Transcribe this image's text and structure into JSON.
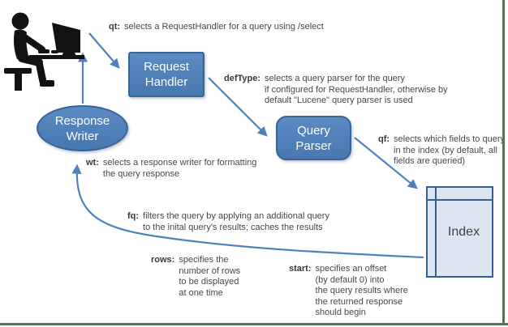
{
  "nodes": {
    "request_handler": {
      "line1": "Request",
      "line2": "Handler"
    },
    "query_parser": {
      "line1": "Query",
      "line2": "Parser"
    },
    "response_writer": {
      "line1": "Response",
      "line2": "Writer"
    },
    "index": {
      "label": "Index"
    }
  },
  "annotations": {
    "qt": {
      "label": "qt:",
      "lines": [
        "selects a RequestHandler for a query using /select"
      ]
    },
    "defType": {
      "label": "defType:",
      "lines": [
        "selects a query parser for the query",
        "if configured for RequestHandler, otherwise by",
        "default \"Lucene\" query parser is used"
      ]
    },
    "qf": {
      "label": "qf:",
      "lines": [
        "selects which fields to query",
        "in the index (by default, all",
        "fields are queried)"
      ]
    },
    "wt": {
      "label": "wt:",
      "lines": [
        "selects a response writer for formatting",
        "the query response"
      ]
    },
    "fq": {
      "label": "fq:",
      "lines": [
        "filters the query by applying an additional query",
        "to the inital query's results; caches the results"
      ]
    },
    "rows": {
      "label": "rows:",
      "lines": [
        "specifies the",
        "number of rows",
        "to be displayed",
        "at one time"
      ]
    },
    "start": {
      "label": "start:",
      "lines": [
        "specifies an offset",
        "(by default 0) into",
        "the query results where",
        "the returned response",
        "should begin"
      ]
    }
  },
  "colors": {
    "arrow_blue": "#4f81bd",
    "node_fill": "#4f81bd",
    "node_border": "#3a6491",
    "index_fill": "#dce6f2",
    "index_border": "#365f91",
    "frame_green": "#4b7b54",
    "annotation_text": "#474747"
  }
}
